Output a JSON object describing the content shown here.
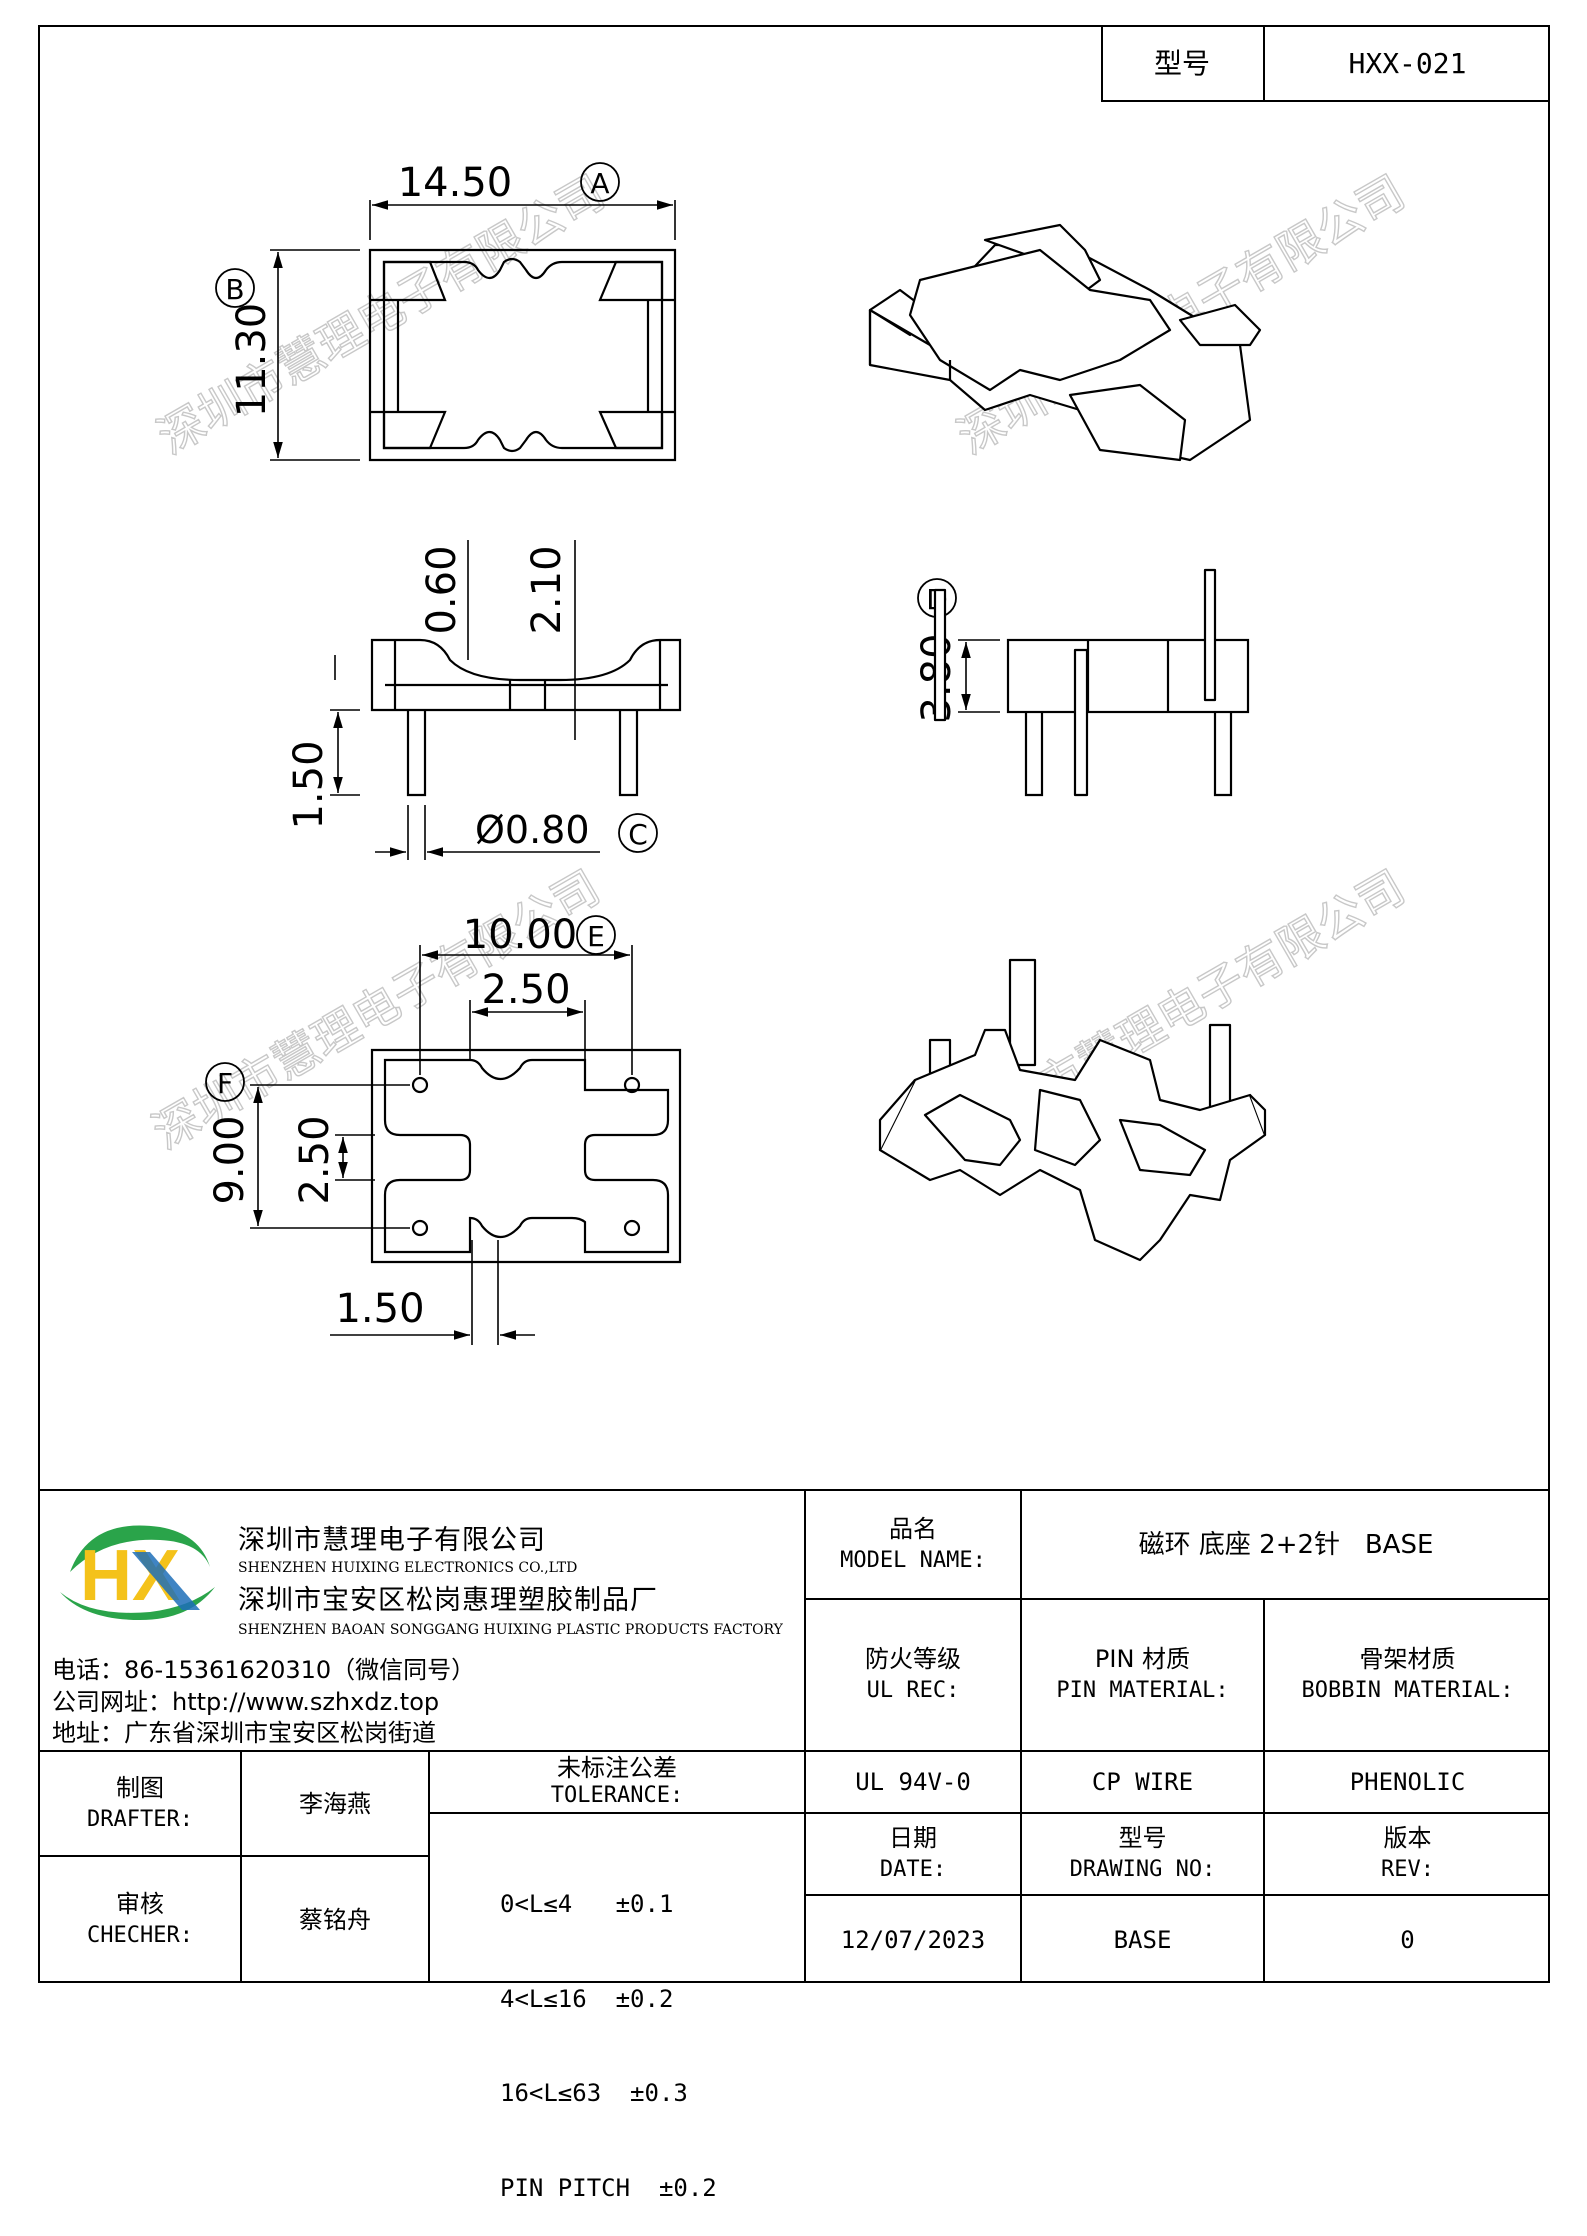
{
  "title_block": {
    "model_label": "型号",
    "model_value": "HXX-021"
  },
  "dimensions": {
    "top_width": "14.50",
    "top_width_ref": "A",
    "top_height": "11.30",
    "top_height_ref": "B",
    "side_depth1": "0.60",
    "side_depth2": "2.10",
    "pin_length": "1.50",
    "pin_diameter": "Ø0.80",
    "pin_diameter_ref": "C",
    "body_height": "3.80",
    "body_height_ref": "D",
    "pin_span_x": "10.00",
    "pin_span_x_ref": "E",
    "slot_width": "2.50",
    "pin_span_y": "9.00",
    "pin_span_y_ref": "F",
    "slot_height": "2.50",
    "web_width": "1.50"
  },
  "watermark": "深圳市慧理电子有限公司",
  "company": {
    "logo_text": "HX",
    "name_cn": "深圳市慧理电子有限公司",
    "name_en": "SHENZHEN HUIXING ELECTRONICS CO.,LTD",
    "factory_cn": "深圳市宝安区松岗惠理塑胶制品厂",
    "factory_en": "SHENZHEN BAOAN SONGGANG HUIXING PLASTIC PRODUCTS FACTORY",
    "phone": "电话：86-15361620310（微信同号）",
    "website": "公司网址：http://www.szhxdz.top",
    "address": "地址：广东省深圳市宝安区松岗街道"
  },
  "table": {
    "model_name_cn": "品名",
    "model_name_en": "MODEL NAME:",
    "model_name_value": "磁环 底座 2+2针   BASE",
    "ul_cn": "防火等级",
    "ul_en": "UL REC:",
    "pin_cn": "PIN 材质",
    "pin_en": "PIN MATERIAL:",
    "bobbin_cn": "骨架材质",
    "bobbin_en": "BOBBIN MATERIAL:",
    "ul_value": "UL 94V-0",
    "pin_value": "CP WIRE",
    "bobbin_value": "PHENOLIC",
    "date_cn": "日期",
    "date_en": "DATE:",
    "drawing_cn": "型号",
    "drawing_en": "DRAWING NO:",
    "rev_cn": "版本",
    "rev_en": "REV:",
    "date_value": "12/07/2023",
    "drawing_value": "BASE",
    "rev_value": "0",
    "drafter_cn": "制图",
    "drafter_en": "DRAFTER:",
    "drafter_value": "李海燕",
    "checker_cn": "审核",
    "checker_en": "CHECHER:",
    "checker_value": "蔡铭舟",
    "tol_cn": "未标注公差",
    "tol_en": "TOLERANCE:",
    "tol_lines": [
      "0<L≤4   ±0.1",
      "4<L≤16  ±0.2",
      "16<L≤63  ±0.3",
      "PIN PITCH  ±0.2"
    ]
  },
  "colors": {
    "logo_green": "#2aa44a",
    "logo_yellow": "#f4c21a",
    "logo_blue": "#1d6fb8",
    "watermark": "#c8c8c8"
  }
}
